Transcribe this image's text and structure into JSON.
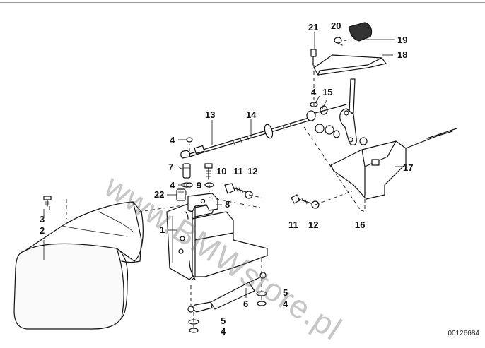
{
  "diagram": {
    "catalog_code": "00126684",
    "watermark": "www.BMWstore.pl",
    "labels": {
      "l21": "21",
      "l20": "20",
      "l19": "19",
      "l18": "18",
      "l4a": "4",
      "l15": "15",
      "l13": "13",
      "l14": "14",
      "l4b": "4",
      "l7": "7",
      "l10": "10",
      "l11a": "11",
      "l12a": "12",
      "l4c": "4",
      "l9": "9",
      "l22": "22",
      "l8": "8",
      "l17": "17",
      "l3": "3",
      "l2": "2",
      "l1": "1",
      "l11b": "11",
      "l12b": "12",
      "l16": "16",
      "l5a": "5",
      "l4d": "4",
      "l6": "6",
      "l5b": "5",
      "l4e": "4"
    }
  }
}
